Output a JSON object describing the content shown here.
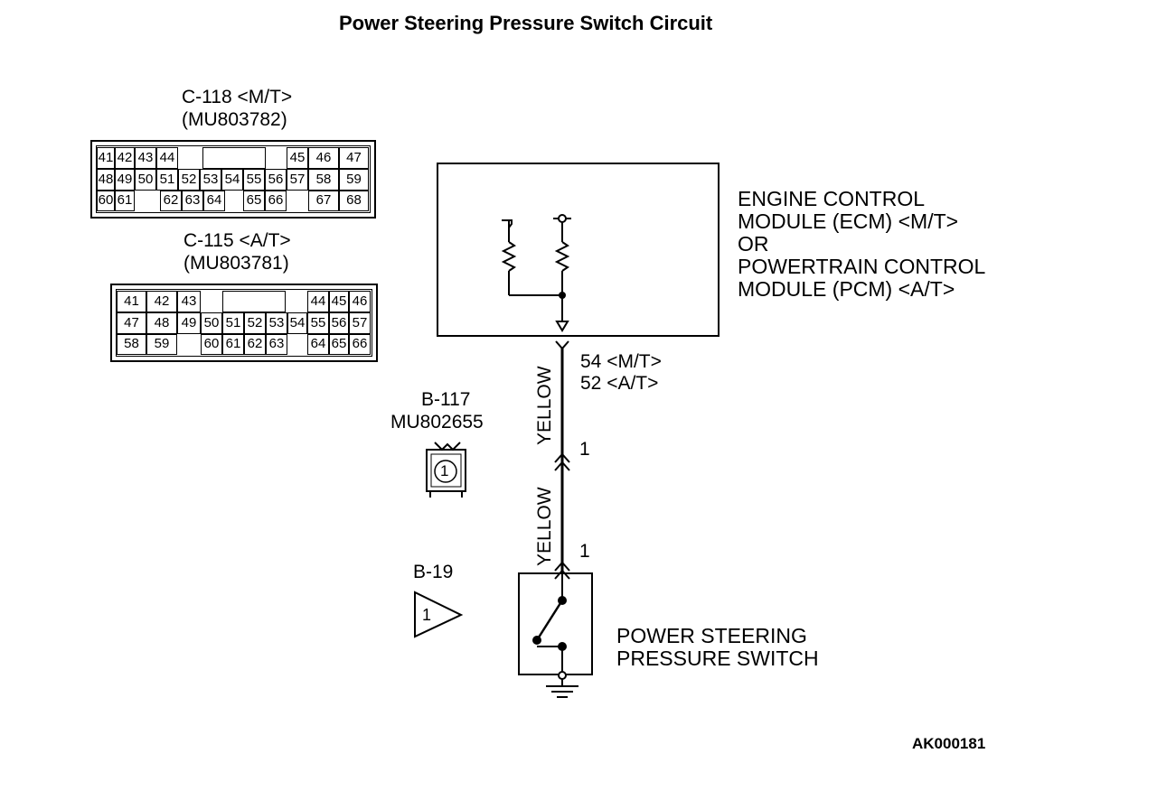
{
  "title": "Power Steering Pressure Switch Circuit",
  "c118": {
    "name": "C-118 <M/T>",
    "part": "(MU803782)",
    "rows": [
      [
        "41",
        "42",
        "43",
        "44",
        "",
        "45",
        "46",
        "47"
      ],
      [
        "48",
        "49",
        "50",
        "51",
        "52",
        "53",
        "54",
        "55",
        "56",
        "57",
        "58",
        "59"
      ],
      [
        "60",
        "61",
        "62",
        "63",
        "64",
        "65",
        "66",
        "67",
        "68"
      ]
    ]
  },
  "c115": {
    "name": "C-115 <A/T>",
    "part": "(MU803781)",
    "rows": [
      [
        "41",
        "42",
        "43",
        "44",
        "45",
        "46"
      ],
      [
        "47",
        "48",
        "49",
        "50",
        "51",
        "52",
        "53",
        "54",
        "55",
        "56",
        "57"
      ],
      [
        "58",
        "59",
        "60",
        "61",
        "62",
        "63",
        "64",
        "65",
        "66"
      ]
    ]
  },
  "module": {
    "line1": "ENGINE CONTROL",
    "line2": "MODULE (ECM) <M/T>",
    "line3": "OR",
    "line4": "POWERTRAIN CONTROL",
    "line5": "MODULE (PCM) <A/T>"
  },
  "terminal": {
    "mt": "54 <M/T>",
    "at": "52 <A/T>"
  },
  "wire": {
    "upper_color": "YELLOW",
    "lower_color": "YELLOW",
    "pin_upper": "1",
    "pin_lower": "1"
  },
  "b117": {
    "name": "B-117",
    "part": "MU802655",
    "pin": "1"
  },
  "b19": {
    "name": "B-19",
    "pin": "1"
  },
  "switch": {
    "line1": "POWER STEERING",
    "line2": "PRESSURE SWITCH"
  },
  "code": "AK000181"
}
